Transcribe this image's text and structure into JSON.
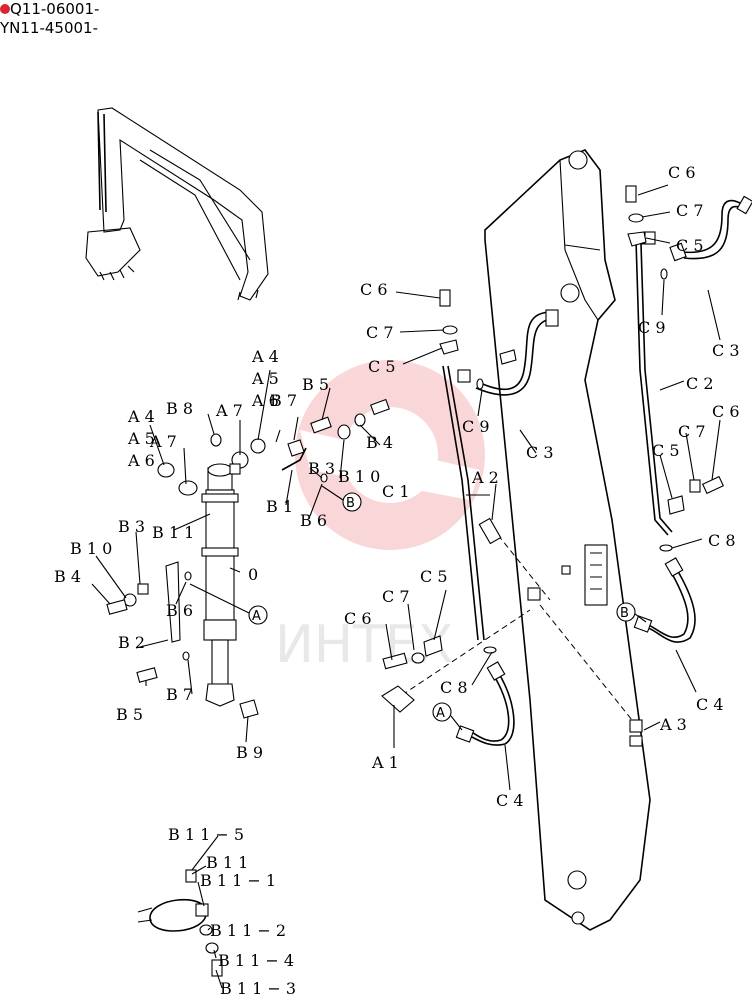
{
  "header": {
    "line1": "Q11-06001-",
    "line2": "YN11-45001-"
  },
  "watermark": {
    "text": "ИНТЕХ",
    "color": "#e8494f"
  },
  "callouts": {
    "a": "A",
    "b": "B"
  },
  "labels": {
    "c6_top": "C 6",
    "c7_top": "C 7",
    "c5_top": "C 5",
    "c9_top": "C 9",
    "c3_top": "C 3",
    "c2": "C 2",
    "c6_mid": "C 6",
    "c7_mid": "C 7",
    "c5_mid": "C 5",
    "c9_mid": "C 9",
    "c3_mid": "C 3",
    "c1": "C 1",
    "a2": "A 2",
    "c6_r": "C 6",
    "c7_r": "C 7",
    "c5_r": "C 5",
    "c8_r": "C 8",
    "c4_r": "C 4",
    "a3": "A 3",
    "c5_low": "C 5",
    "c7_low": "C 7",
    "c6_low": "C 6",
    "c8_low": "C 8",
    "a1": "A 1",
    "c4_low": "C 4",
    "a4_l": "A 4",
    "a5_l": "A 5",
    "a6_l": "A 6",
    "a7_l": "A 7",
    "b8": "B 8",
    "a7_m": "A 7",
    "a4_m": "A 4",
    "a5_m": "A 5",
    "a6_m": "A 6",
    "b7_top": "B 7",
    "b5_top": "B 5",
    "b4_top": "B 4",
    "b3_top": "B 3",
    "b10_top": "B 1 0",
    "b1": "B 1",
    "b6_top": "B 6",
    "b11": "B 1 1",
    "b3_l": "B 3",
    "b10_l": "B 1 0",
    "b4_l": "B 4",
    "b6_l": "B 6",
    "b2": "B 2",
    "b5_l": "B 5",
    "b7_l": "B 7",
    "b9": "B 9",
    "zero": "0",
    "b11_5": "B 1 1 − 5",
    "b11_b": "B 1 1",
    "b11_1": "B 1 1 − 1",
    "b11_2": "B 1 1 − 2",
    "b11_4": "B 1 1 − 4",
    "b11_3": "B 1 1 − 3"
  }
}
